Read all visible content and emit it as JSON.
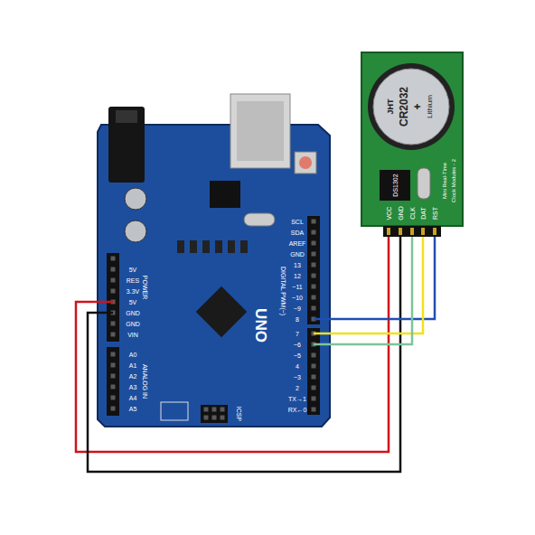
{
  "diagram": {
    "nodes": [
      {
        "text": [
          "UNO",
          "DIGITAL PWM(~)",
          "POWER",
          "ANALOG IN",
          "5V",
          "RES",
          "3.3V",
          "5V",
          "GND",
          "GND",
          "VIN",
          "A0",
          "A1",
          "A2",
          "A3",
          "A4",
          "A5",
          "SCL",
          "SDA",
          "AREF",
          "GND",
          "13",
          "12",
          "~11",
          "~10",
          "~9",
          "8",
          "7",
          "~6",
          "~5",
          "4",
          "~3",
          "2",
          "TX→1",
          "RX←0",
          "ICSP"
        ]
      },
      {
        "text": [
          "JHT",
          "CR2032",
          "+",
          "Lithium",
          "DS1302",
          "VCC",
          "GND",
          "CLK",
          "DAT",
          "RST",
          "Mini Real-Time",
          "Clock Modules - 2"
        ]
      }
    ],
    "edges": [
      {
        "from": 0,
        "to": 1,
        "arrow": "none"
      },
      {
        "from": 0,
        "to": 1,
        "arrow": "none"
      },
      {
        "from": 0,
        "to": 1,
        "arrow": "none"
      },
      {
        "from": 0,
        "to": 1,
        "arrow": "none"
      },
      {
        "from": 0,
        "to": 1,
        "arrow": "none"
      }
    ]
  }
}
